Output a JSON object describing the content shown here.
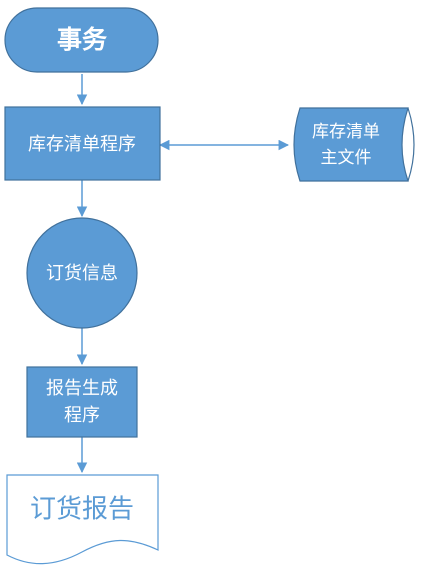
{
  "colors": {
    "fill": "#5b9bd5",
    "stroke": "#41719c",
    "arrow": "#5b9bd5",
    "doc_stroke": "#5b9bd5",
    "doc_text": "#5b9bd5",
    "background": "#ffffff"
  },
  "nodes": {
    "start": {
      "label": "事务"
    },
    "inventory_program": {
      "label": "库存清单程序"
    },
    "master_file": {
      "line1": "库存清单",
      "line2": "主文件"
    },
    "order_info": {
      "label": "订货信息"
    },
    "report_program": {
      "line1": "报告生成",
      "line2": "程序"
    },
    "order_report": {
      "label": "订货报告"
    }
  }
}
